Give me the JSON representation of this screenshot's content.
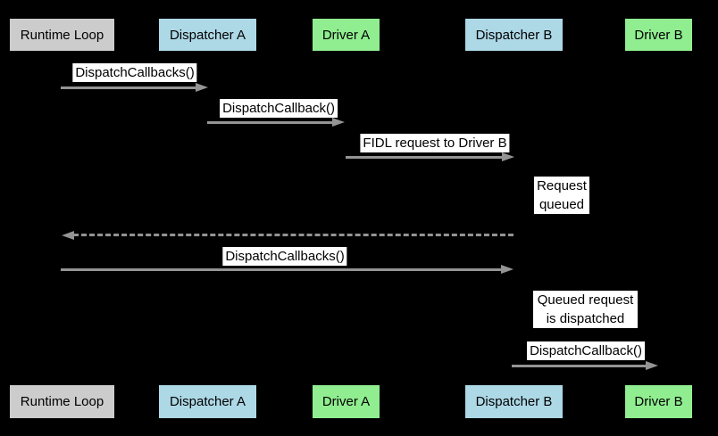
{
  "colors": {
    "background": "#000000",
    "arrow": "#949494",
    "message_label_bg": "#ffffff",
    "message_label_text": "#000000",
    "runtime_loop_bg": "#cccccc",
    "dispatcher_bg": "#add8e6",
    "driver_bg": "#90ee90"
  },
  "actors": [
    {
      "label": "Runtime Loop",
      "color": "#cccccc"
    },
    {
      "label": "Dispatcher A",
      "color": "#add8e6"
    },
    {
      "label": "Driver A",
      "color": "#90ee90"
    },
    {
      "label": "Dispatcher B",
      "color": "#add8e6"
    },
    {
      "label": "Driver B",
      "color": "#90ee90"
    }
  ],
  "messages": [
    {
      "label": "DispatchCallbacks()",
      "from": "Runtime Loop",
      "to": "Dispatcher A",
      "style": "solid"
    },
    {
      "label": "DispatchCallback()",
      "from": "Dispatcher A",
      "to": "Driver A",
      "style": "solid"
    },
    {
      "label": "FIDL request to Driver B",
      "from": "Driver A",
      "to": "Dispatcher B",
      "style": "solid"
    },
    {
      "label": "",
      "from": "Dispatcher B",
      "to": "Runtime Loop",
      "style": "dashed"
    },
    {
      "label": "DispatchCallbacks()",
      "from": "Runtime Loop",
      "to": "Dispatcher B",
      "style": "solid"
    },
    {
      "label": "DispatchCallback()",
      "from": "Dispatcher B",
      "to": "Driver B",
      "style": "solid"
    }
  ],
  "notes": [
    {
      "label": "Request queued"
    },
    {
      "label": "Queued request is dispatched"
    }
  ]
}
